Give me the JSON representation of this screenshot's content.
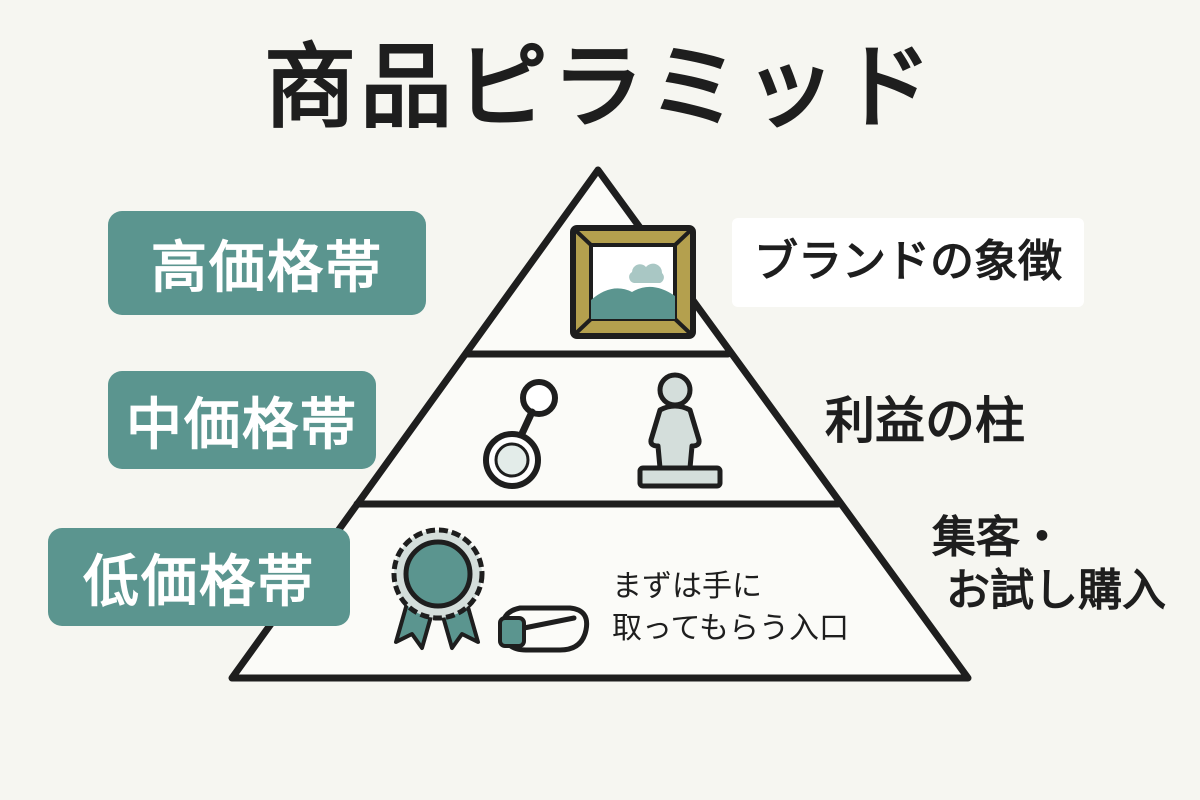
{
  "title": "商品ピラミッド",
  "tiers": [
    {
      "badge": "高価格帯",
      "role": "ブランドの象徴",
      "icons": [
        "framed-painting-icon"
      ]
    },
    {
      "badge": "中価格帯",
      "role": "利益の柱",
      "icons": [
        "keychain-icon",
        "figurine-icon"
      ]
    },
    {
      "badge": "低価格帯",
      "role_line1": "集客・",
      "role_line2": "お試し購入",
      "note_line1": "まずは手に",
      "note_line2": "取ってもらう入口",
      "icons": [
        "rosette-badge-icon",
        "safety-pin-icon"
      ]
    }
  ],
  "colors": {
    "accent_teal": "#5b958f",
    "frame_gold": "#b4a04e",
    "background": "#f6f6f1",
    "outline": "#1e1e1e"
  }
}
